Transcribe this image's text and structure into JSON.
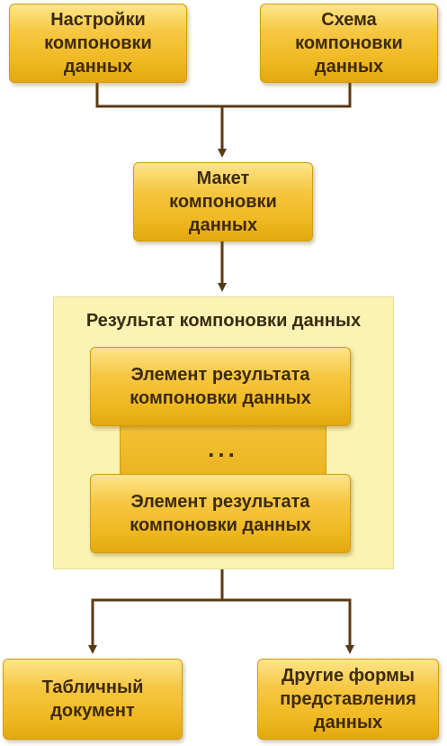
{
  "diagram": {
    "settings_box": "Настройки\nкомпоновки\nданных",
    "schema_box": "Схема\nкомпоновки\nданных",
    "template_box": "Макет\nкомпоновки\nданных",
    "result_container_title": "Результат компоновки данных",
    "result_element_1": "Элемент результата\nкомпоновки данных",
    "ellipsis": "...",
    "result_element_2": "Элемент результата\nкомпоновки данных",
    "tabular_document_box": "Табличный\nдокумент",
    "other_forms_box": "Другие формы\nпредставления\nданных"
  },
  "colors": {
    "box_fill": "#f6c743",
    "box_border": "#d39a12",
    "container_fill": "#fbf3b4",
    "line_color": "#5a3a14",
    "text_color": "#3d2a0e"
  }
}
